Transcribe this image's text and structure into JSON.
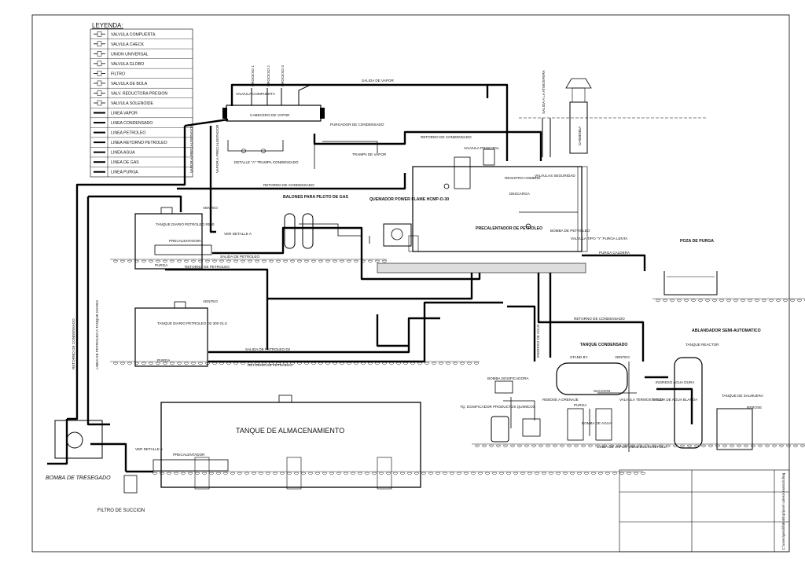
{
  "legend": {
    "title": "LEYENDA:",
    "items": [
      "VALVULA COMPUERTA",
      "VALVULA CHECK",
      "UNION UNIVERSAL",
      "VALVULA GLOBO",
      "FILTRO",
      "VALVULA DE BOLA",
      "VALV. REDUCTORA PRESION",
      "VALVULA SOLENOIDE",
      "LINEA VAPOR",
      "LINEA CONDENSADO",
      "LINEA PETROLEO",
      "LINEA RETORNO PETROLEO",
      "LINEA AGUA",
      "LINEA DE GAS",
      "LINEA PURGA"
    ]
  },
  "labels": {
    "cabecero": "CABECERO DE VAPOR",
    "salida_vapor": "SALIDA DE VAPOR",
    "valvula_compuerta": "VALVULA COMPUERTA",
    "proceso1": "PROCESO 1",
    "proceso2": "PROCESO 2",
    "proceso3": "PROCESO 3",
    "purgador": "PURGADOR DE CONDENSADO",
    "trampa": "TRAMPA DE VAPOR",
    "detalle_a": "DETALLE \"A\" TRAMPA CONDENSADO",
    "retorno_condensado": "RETORNO DE CONDENSADO",
    "vapor_precalentador": "VAPOR A PRECALENTADOR",
    "salida_atm": "SALIDA A LA ATMOSFERA",
    "chimenea": "CHIMENEA",
    "valvula_seguridad": "VALVULAS SEGURIDAD",
    "registro_hombre": "REGISTRO HOMBRE",
    "valvula_principal": "VALVULA PRINCIPAL",
    "descarga": "DESCARGA",
    "balones": "BALONES PARA PILOTO DE GAS",
    "quemador": "QUEMADOR POWER FLAME HCMP-O-30",
    "precalentador_petroleo": "PRECALENTADOR DE PETROLEO",
    "bomba_petroleo": "BOMBA DE PETROLEO",
    "valvula_y": "VALVULA TIPO \"Y\" PURGA LENTA",
    "purga_caldera": "PURGA CALDERA",
    "poza_purga": "POZA DE PURGA",
    "tanque_r500": "TANQUE DIARIO PETROLEO R500",
    "tanque_d2": "TANQUE DIARIO PETROLEO D2 300 GLS",
    "venteo": "VENTEO",
    "precalentador": "PRECALENTADOR",
    "ver_detalle": "VER DETALLE A",
    "salida_petroleo": "SALIDA DE PETROLEO",
    "retorno_petroleo": "RETORNO DE PETROLEO",
    "salida_petroleo_d2": "SALIDA DE PETROLEO D2",
    "purga": "PURGA",
    "tanque_almacenamiento": "TANQUE DE ALMACENAMIENTO",
    "bomba_trasegado": "BOMBA DE TRESEGADO",
    "filtro_succion": "FILTRO DE SUCCION",
    "linea_petroleo_tanque": "LINEA DE PETROLEO A TANQUE DIARIO",
    "ingreso_agua": "INGRESO DE AGUA",
    "tanque_condensado": "TANQUE CONDENSADO",
    "stand_by": "STAND BY",
    "bomba_dosificadora": "BOMBA DOSIFICADORA",
    "tq_dosificador": "TQ. DOSIFICADOR PRODUCTOS QUIMICOS",
    "rebose_drenaje": "REBOSE A DRENAJE",
    "bomba_agua": "BOMBA DE AGUA",
    "valvula_termostatica": "VALVULA TERMOSTATICA",
    "linea_vapor_manifold": "LINEA DE VAPOR VIENE DEL MANIFOLD",
    "ablandador": "ABLANDADOR SEMI-AUTOMATICO",
    "tanque_reactor": "TANQUE REACTOR",
    "ingreso_agua_dura": "INGRESO AGUA DURA",
    "salida_agua_blanda": "SALIDA DE AGUA BLANDA",
    "tanque_salmuera": "TANQUE DE SALMUERA",
    "rebose": "REBOSE",
    "succion": "SUCCION",
    "file_path": "C:\\users\\gerald\\desktop\\jose\\ calera\\ matsuit.dwg"
  }
}
